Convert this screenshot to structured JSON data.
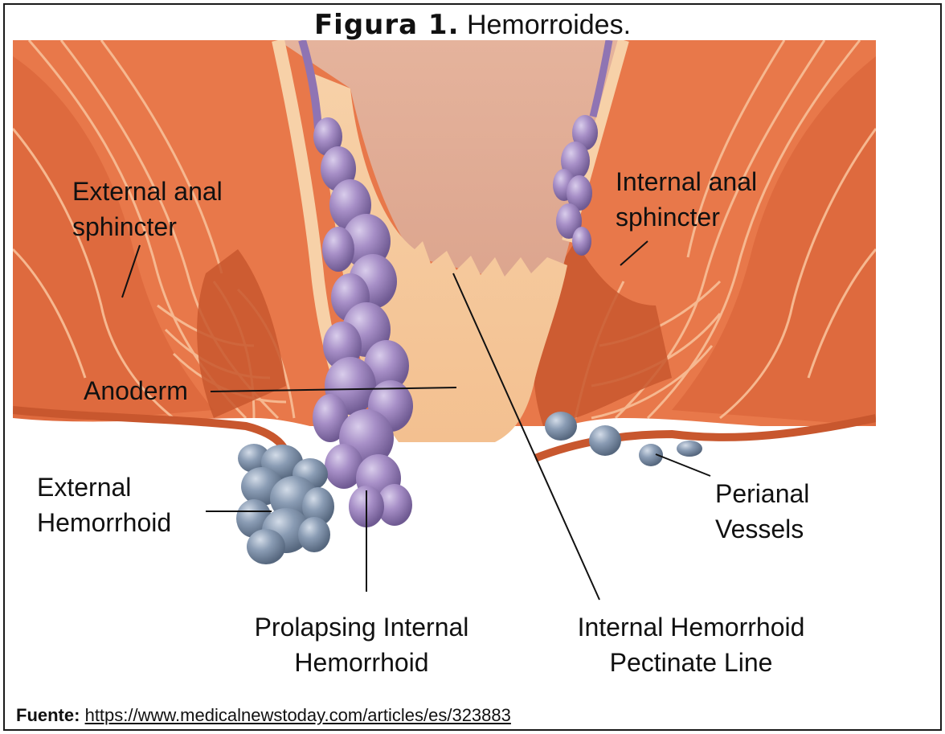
{
  "figure": {
    "title_bold": "Figura 1.",
    "title_rest": "Hemorroides."
  },
  "labels": {
    "external_sphincter": [
      "External anal",
      "sphincter"
    ],
    "internal_sphincter": [
      "Internal anal",
      "sphincter"
    ],
    "anoderm": "Anoderm",
    "external_hemorrhoid": [
      "External",
      "Hemorrhoid"
    ],
    "perianal_vessels": [
      "Perianal",
      "Vessels"
    ],
    "prolapsing": [
      "Prolapsing Internal",
      "Hemorrhoid"
    ],
    "pectinate": [
      "Internal Hemorrhoid",
      "Pectinate Line"
    ]
  },
  "source": {
    "label": "Fuente:",
    "url": "https://www.medicalnewstoday.com/articles/es/323883"
  },
  "colors": {
    "muscle": "#e8784a",
    "muscle_dark": "#c8572e",
    "muscle_line": "#f6b890",
    "skin": "#f5c79a",
    "mucosa": "#e7b59a",
    "vein_purple": "#9f86c0",
    "vein_blue": "#8094ad"
  }
}
